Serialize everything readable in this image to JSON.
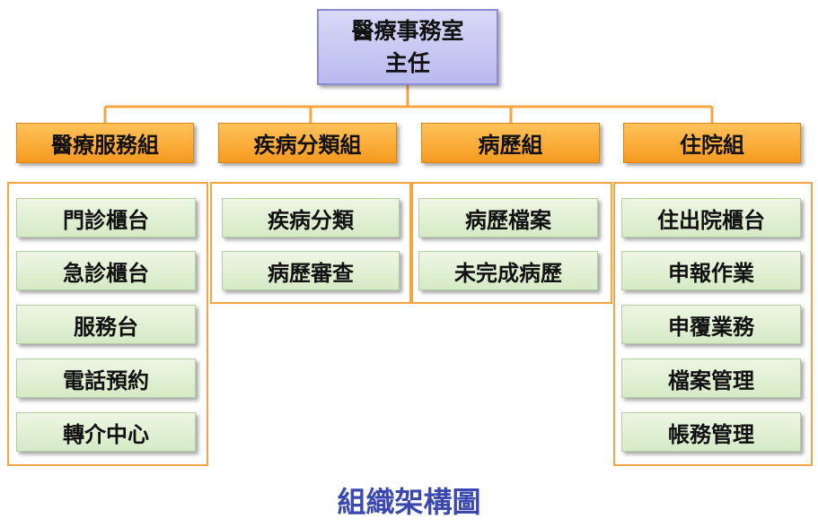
{
  "top": {
    "line1": "醫療事務室",
    "line2": "主任"
  },
  "groups": [
    {
      "title": "醫療服務組",
      "items": [
        "門診櫃台",
        "急診櫃台",
        "服務台",
        "電話預約",
        "轉介中心"
      ]
    },
    {
      "title": "疾病分類組",
      "items": [
        "疾病分類",
        "病歷審查"
      ]
    },
    {
      "title": "病歷組",
      "items": [
        "病歷檔案",
        "未完成病歷"
      ]
    },
    {
      "title": "住院組",
      "items": [
        "住出院櫃台",
        "申報作業",
        "申覆業務",
        "檔案管理",
        "帳務管理"
      ]
    }
  ],
  "caption": "組織架構圖",
  "colors": {
    "top_fill": "#c4c4f2",
    "group_fill": "#f7a331",
    "item_fill": "#dfeed2",
    "frame": "#f5a544",
    "caption": "#3a48b0"
  }
}
